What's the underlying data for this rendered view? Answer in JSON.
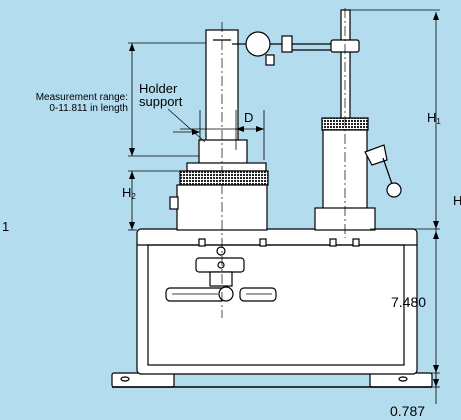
{
  "labels": {
    "measurement_range_line1": "Measurement range:",
    "measurement_range_line2": "0-11.811 in length",
    "holder_support_line1": "Holder",
    "holder_support_line2": "support",
    "d": "D",
    "h1": "H",
    "h1_sub": "1",
    "h2": "H",
    "h2_sub": "2",
    "h_right": "H",
    "left_edge": "1",
    "dim_7480": "7.480",
    "dim_0787": "0.787"
  },
  "colors": {
    "background": "#b4dcef",
    "line": "#000000",
    "part_fill": "#ffffff",
    "knurl": "#222222"
  }
}
